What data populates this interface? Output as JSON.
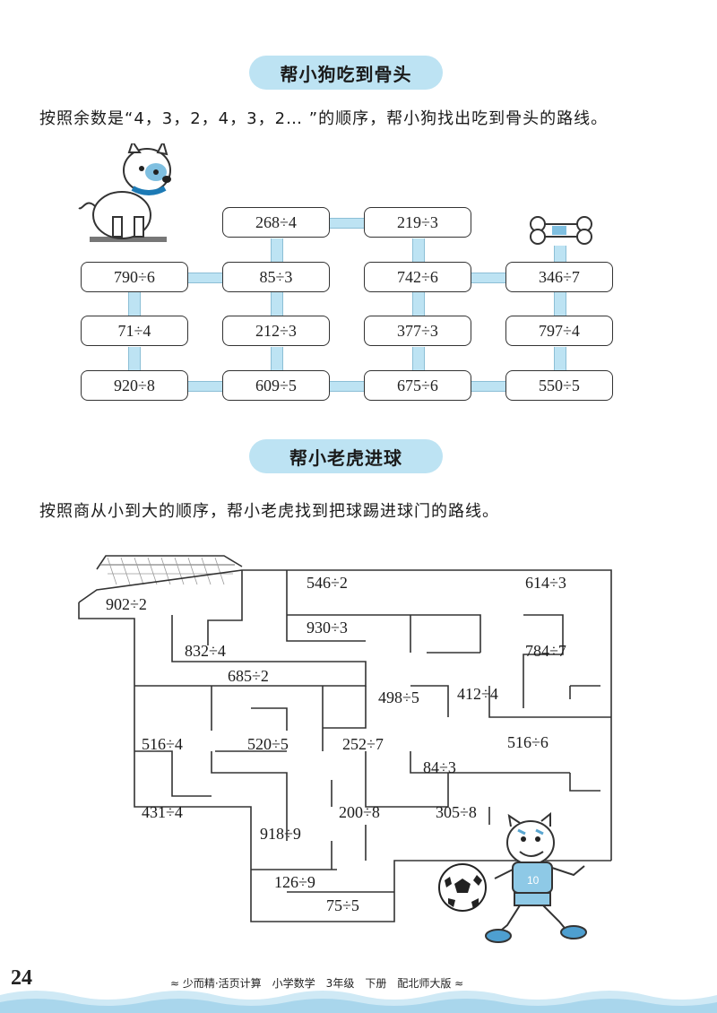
{
  "section1": {
    "title": "帮小狗吃到骨头",
    "instruction": "按照余数是“4，3，2，4，3，2… ”的顺序，帮小狗找出吃到骨头的路线。",
    "boxes": [
      {
        "id": "b-268",
        "text": "268÷4"
      },
      {
        "id": "b-219",
        "text": "219÷3"
      },
      {
        "id": "b-790",
        "text": "790÷6"
      },
      {
        "id": "b-85",
        "text": "85÷3"
      },
      {
        "id": "b-742",
        "text": "742÷6"
      },
      {
        "id": "b-346",
        "text": "346÷7"
      },
      {
        "id": "b-71",
        "text": "71÷4"
      },
      {
        "id": "b-212",
        "text": "212÷3"
      },
      {
        "id": "b-377",
        "text": "377÷3"
      },
      {
        "id": "b-797",
        "text": "797÷4"
      },
      {
        "id": "b-920",
        "text": "920÷8"
      },
      {
        "id": "b-609",
        "text": "609÷5"
      },
      {
        "id": "b-675",
        "text": "675÷6"
      },
      {
        "id": "b-550",
        "text": "550÷5"
      }
    ]
  },
  "section2": {
    "title": "帮小老虎进球",
    "instruction": "按照商从小到大的顺序，帮小老虎找到把球踢进球门的路线。",
    "labels": [
      {
        "id": "m-546",
        "text": "546÷2"
      },
      {
        "id": "m-614",
        "text": "614÷3"
      },
      {
        "id": "m-902",
        "text": "902÷2"
      },
      {
        "id": "m-930",
        "text": "930÷3"
      },
      {
        "id": "m-832",
        "text": "832÷4"
      },
      {
        "id": "m-784",
        "text": "784÷7"
      },
      {
        "id": "m-685",
        "text": "685÷2"
      },
      {
        "id": "m-498",
        "text": "498÷5"
      },
      {
        "id": "m-412",
        "text": "412÷4"
      },
      {
        "id": "m-516a",
        "text": "516÷4"
      },
      {
        "id": "m-520",
        "text": "520÷5"
      },
      {
        "id": "m-252",
        "text": "252÷7"
      },
      {
        "id": "m-516b",
        "text": "516÷6"
      },
      {
        "id": "m-84",
        "text": "84÷3"
      },
      {
        "id": "m-431",
        "text": "431÷4"
      },
      {
        "id": "m-200",
        "text": "200÷8"
      },
      {
        "id": "m-305",
        "text": "305÷8"
      },
      {
        "id": "m-918",
        "text": "918÷9"
      },
      {
        "id": "m-126",
        "text": "126÷9"
      },
      {
        "id": "m-75",
        "text": "75÷5"
      }
    ]
  },
  "footer": {
    "page_number": "24",
    "text": "≈ 少而精·活页计算　小学数学　3年级　下册　配北师大版 ≈"
  },
  "colors": {
    "accent": "#bde3f3",
    "ink": "#222222"
  }
}
